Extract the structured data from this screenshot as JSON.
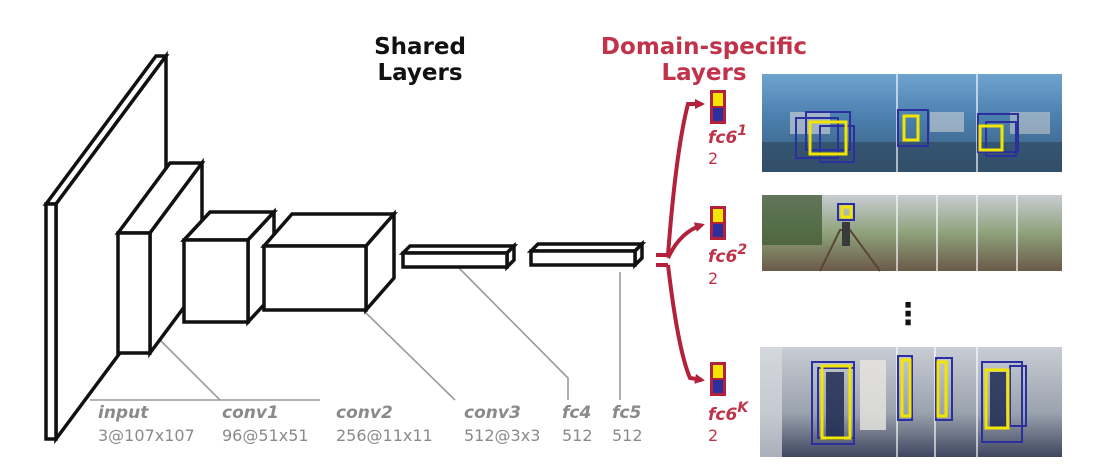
{
  "headers": {
    "shared_line1": "Shared",
    "shared_line2": "Layers",
    "domain_line1": "Domain-specific",
    "domain_line2": "Layers"
  },
  "shared_layers": [
    {
      "name": "input",
      "dims": "3@107x107"
    },
    {
      "name": "conv1",
      "dims": "96@51x51"
    },
    {
      "name": "conv2",
      "dims": "256@11x11"
    },
    {
      "name": "conv3",
      "dims": "512@3x3"
    },
    {
      "name": "fc4",
      "dims": "512"
    },
    {
      "name": "fc5",
      "dims": "512"
    }
  ],
  "domain_branches": [
    {
      "name": "fc6",
      "superscript": "1",
      "dims": "2",
      "scene": "street"
    },
    {
      "name": "fc6",
      "superscript": "2",
      "dims": "2",
      "scene": "railway"
    },
    {
      "name": "fc6",
      "superscript": "K",
      "dims": "2",
      "scene": "hallway"
    }
  ],
  "ellipsis": "⋮",
  "colors": {
    "accent_red": "#b3213a",
    "header_red": "#c0334a",
    "text_gray": "#8a8a8a",
    "box_blue": "#2c2f9e",
    "box_yellow": "#f2e600"
  }
}
